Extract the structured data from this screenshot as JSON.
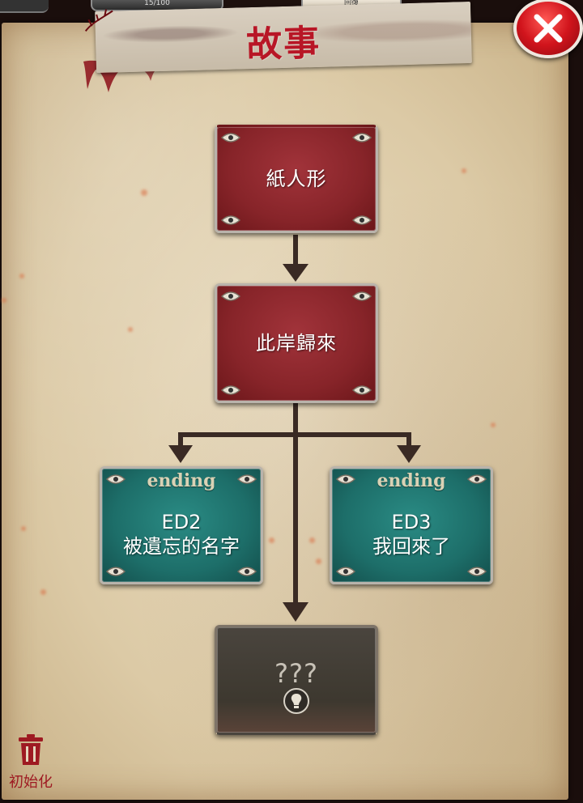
{
  "header": {
    "title": "故事",
    "counter_text": "15/100",
    "right_tab_label": "回復"
  },
  "close": {
    "icon": "close-x-icon"
  },
  "story_nodes": {
    "node1": {
      "label": "紙人形"
    },
    "node2": {
      "label": "此岸歸來"
    },
    "ed2": {
      "tag": "ending",
      "code": "ED2",
      "title": "被遺忘的名字"
    },
    "ed3": {
      "tag": "ending",
      "code": "ED3",
      "title": "我回來了"
    },
    "locked": {
      "label": "???",
      "icon": "lightbulb-hint-icon"
    }
  },
  "footer": {
    "reset_label": "初始化",
    "reset_icon": "trash-icon"
  },
  "colors": {
    "accent_red": "#b81626",
    "card_red": "#872429",
    "card_teal": "#1d6e69",
    "arrow": "#3a2a24"
  }
}
